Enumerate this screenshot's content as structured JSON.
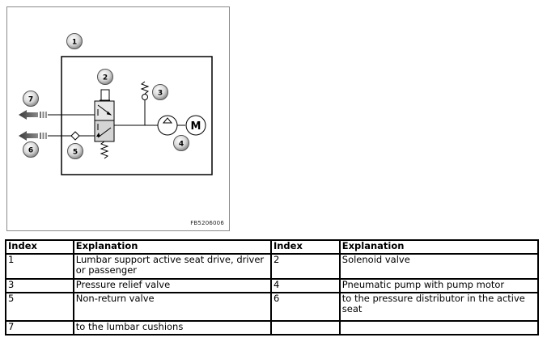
{
  "figure": {
    "code": "FB5206006",
    "callouts": [
      "1",
      "2",
      "3",
      "4",
      "5",
      "6",
      "7"
    ],
    "motor_label": "M"
  },
  "legend": {
    "headers": [
      "Index",
      "Explanation",
      "Index",
      "Explanation"
    ],
    "rows": [
      {
        "index_a": "1",
        "text_a": "Lumbar support active seat drive, driver or passenger",
        "index_b": "2",
        "text_b": "Solenoid valve"
      },
      {
        "index_a": "3",
        "text_a": "Pressure relief valve",
        "index_b": "4",
        "text_b": "Pneumatic pump with pump motor"
      },
      {
        "index_a": "5",
        "text_a": "Non-return valve",
        "index_b": "6",
        "text_b": "to the pressure distributor in the active seat"
      },
      {
        "index_a": "7",
        "text_a": "to the lumbar cushions",
        "index_b": "",
        "text_b": ""
      }
    ]
  }
}
